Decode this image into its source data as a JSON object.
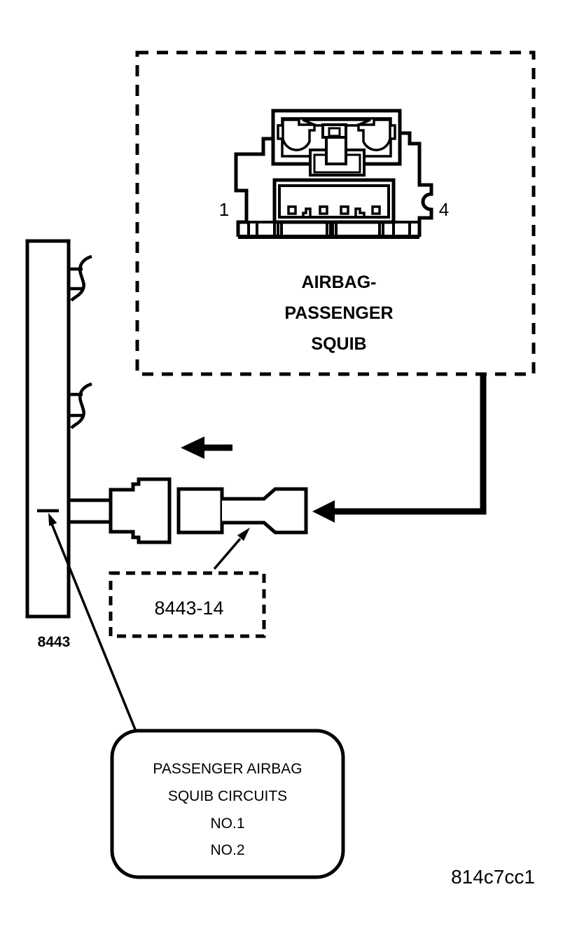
{
  "colors": {
    "line": "#000000",
    "background": "#ffffff"
  },
  "connector_box": {
    "pin_left": "1",
    "pin_right": "4",
    "name_line1": "AIRBAG-",
    "name_line2": "PASSENGER",
    "name_line3": "SQUIB"
  },
  "harness": {
    "label": "8443"
  },
  "service_tag": {
    "label": "8443-14"
  },
  "callout": {
    "line1": "PASSENGER AIRBAG",
    "line2": "SQUIB CIRCUITS",
    "line3": "NO.1",
    "line4": "NO.2"
  },
  "figure_code": "814c7cc1"
}
